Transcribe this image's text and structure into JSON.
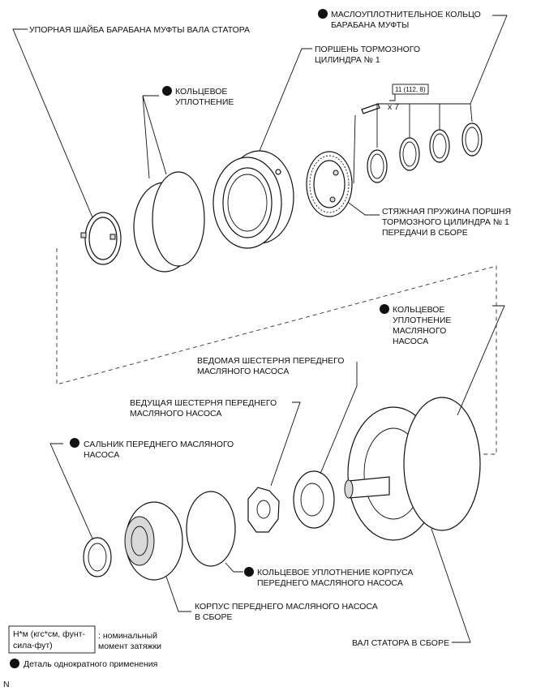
{
  "labels": {
    "stator_thrust_washer": "УПОРНАЯ ШАЙБА БАРАБАНА МУФТЫ ВАЛА СТАТОРА",
    "oil_seal_ring_l1": "МАСЛОУПЛОТНИТЕЛЬНОЕ КОЛЬЦО",
    "oil_seal_ring_l2": "БАРАБАНА МУФТЫ",
    "brake_piston_l1": "ПОРШЕНЬ ТОРМОЗНОГО",
    "brake_piston_l2": "ЦИЛИНДРА № 1",
    "o_ring_l1": "КОЛЬЦЕВОЕ",
    "o_ring_l2": "УПЛОТНЕНИЕ",
    "torque_value": "11 (112, 8)",
    "bolt_qty": "x 7",
    "return_spring_l1": "СТЯЖНАЯ ПРУЖИНА ПОРШНЯ",
    "return_spring_l2": "ТОРМОЗНОГО ЦИЛИНДРА № 1",
    "return_spring_l3": "ПЕРЕДАЧИ В СБОРЕ",
    "pump_o_ring_l1": "КОЛЬЦЕВОЕ",
    "pump_o_ring_l2": "УПЛОТНЕНИЕ",
    "pump_o_ring_l3": "МАСЛЯНОГО",
    "pump_o_ring_l4": "НАСОСА",
    "driven_gear_l1": "ВЕДОМАЯ ШЕСТЕРНЯ ПЕРЕДНЕГО",
    "driven_gear_l2": "МАСЛЯНОГО НАСОСА",
    "drive_gear_l1": "ВЕДУЩАЯ ШЕСТЕРНЯ ПЕРЕДНЕГО",
    "drive_gear_l2": "МАСЛЯНОГО НАСОСА",
    "pump_seal_l1": "САЛЬНИК ПЕРЕДНЕГО МАСЛЯНОГО",
    "pump_seal_l2": "НАСОСА",
    "body_o_ring_l1": "КОЛЬЦЕВОЕ УПЛОТНЕНИЕ КОРПУСА",
    "body_o_ring_l2": "ПЕРЕДНЕГО МАСЛЯНОГО НАСОСА",
    "pump_body_l1": "КОРПУС ПЕРЕДНЕГО МАСЛЯНОГО НАСОСА",
    "pump_body_l2": "В СБОРЕ",
    "stator_shaft": "ВАЛ СТАТОРА В СБОРЕ"
  },
  "legend": {
    "unit_l1": "Н*м (кгс*см, фунт-",
    "unit_l2": "сила-фут)",
    "nominal_l1": ": номинальный",
    "nominal_l2": "момент затяжки",
    "non_reusable": "Деталь однократного применения"
  },
  "footer": {
    "letter": "N"
  },
  "colors": {
    "ink": "#111111",
    "shade": "#d9d9d9",
    "background": "#ffffff"
  },
  "icons": [
    "non-reusable-dot-icon"
  ]
}
